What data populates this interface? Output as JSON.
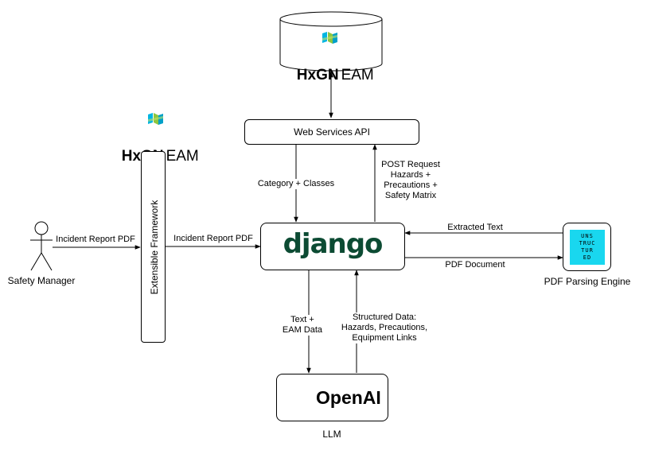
{
  "nodes": {
    "hxgn_db": {
      "logo_bold": "HxGN",
      "logo_light": "EAM"
    },
    "hxgn_side": {
      "logo_bold": "HxGN",
      "logo_light": "EAM"
    },
    "web_services_api": {
      "label": "Web Services API"
    },
    "extensible_framework": {
      "label": "Extensible Framework"
    },
    "django": {
      "logo": "django"
    },
    "openai": {
      "logo": "OpenAI",
      "caption": "LLM"
    },
    "unstructured": {
      "logo_lines": [
        "UNS",
        "TRUC",
        "TUR",
        "ED"
      ],
      "caption": "PDF Parsing Engine"
    },
    "safety_manager": {
      "caption": "Safety Manager"
    }
  },
  "edges": {
    "manager_to_framework": "Incident Report PDF",
    "framework_to_django": "Incident Report PDF",
    "api_to_django": "Category + Classes",
    "django_to_api": [
      "POST Request",
      "Hazards +",
      "Precautions +",
      "Safety Matrix"
    ],
    "parser_to_django": "Extracted Text",
    "django_to_parser": "PDF Document",
    "django_to_openai": [
      "Text +",
      "EAM Data"
    ],
    "openai_to_django": [
      "Structured Data:",
      "Hazards, Precautions,",
      "Equipment Links"
    ]
  },
  "colors": {
    "django_green": "#0c4b33",
    "hexagon_cyan": "#00b5e2",
    "hexagon_green": "#8dc63f",
    "unstructured_cyan": "#19d7ef",
    "stroke": "#000000"
  }
}
